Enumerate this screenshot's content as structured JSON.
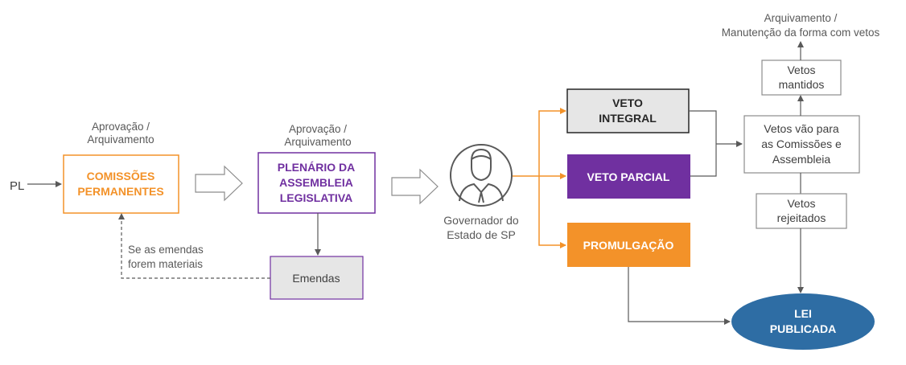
{
  "pl_label": "PL",
  "comissoes": {
    "above": [
      "Aprovação /",
      "Arquivamento"
    ],
    "box": [
      "COMISSÕES",
      "PERMANENTES"
    ]
  },
  "plenario": {
    "above": [
      "Aprovação /",
      "Arquivamento"
    ],
    "box": [
      "PLENÁRIO DA",
      "ASSEMBLEIA",
      "LEGISLATIVA"
    ]
  },
  "emendas": {
    "box": "Emendas",
    "feedback_label": [
      "Se as emendas",
      "forem materiais"
    ]
  },
  "governador": {
    "label": [
      "Governador do",
      "Estado de SP"
    ],
    "icon": "person-icon"
  },
  "veto_integral": [
    "VETO",
    "INTEGRAL"
  ],
  "veto_parcial": "VETO PARCIAL",
  "promulgacao": "PROMULGAÇÃO",
  "vetos_comissoes": [
    "Vetos vão para",
    "as Comissões e",
    "Assembleia"
  ],
  "vetos_mantidos": [
    "Vetos",
    "mantidos"
  ],
  "vetos_rejeitados": [
    "Vetos",
    "rejeitados"
  ],
  "arquivamento_final": [
    "Arquivamento /",
    "Manutenção da forma com vetos"
  ],
  "lei_publicada": [
    "LEI",
    "PUBLICADA"
  ],
  "colors": {
    "orange": "#f39229",
    "purple": "#7030a0",
    "grey_fill": "#e6e6e6",
    "dark_text": "#262626",
    "blue": "#2e6da4",
    "line": "#595959"
  }
}
